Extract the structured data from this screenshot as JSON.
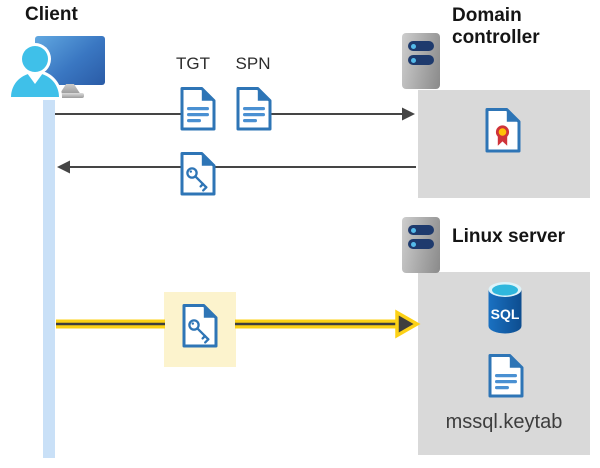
{
  "diagram": {
    "client": {
      "label": "Client"
    },
    "tickets": {
      "tgt_label": "TGT",
      "spn_label": "SPN"
    },
    "domain_controller": {
      "title": "Domain controller"
    },
    "linux_server": {
      "title": "Linux server",
      "sql_badge": "SQL",
      "keytab_filename": "mssql.keytab"
    },
    "flows": [
      {
        "name": "ticket-request",
        "from": "client",
        "to": "domain-controller",
        "direction": "right",
        "items": [
          "TGT",
          "SPN"
        ],
        "color": "#454545"
      },
      {
        "name": "ticket-response",
        "from": "domain-controller",
        "to": "client",
        "direction": "left",
        "items": [
          "service-ticket-key"
        ],
        "color": "#454545"
      },
      {
        "name": "sql-authentication",
        "from": "client",
        "to": "linux-server",
        "direction": "right",
        "items": [
          "service-ticket-key"
        ],
        "color": "#fcd116"
      }
    ],
    "icons": [
      "client-workstation-icon",
      "server-icon",
      "tgt-ticket-icon",
      "spn-ticket-icon",
      "service-ticket-key-icon",
      "certificate-icon",
      "sql-database-icon",
      "keytab-file-icon"
    ],
    "colors": {
      "doc_blue": "#2e75b6",
      "doc_line_blue": "#4a90d2",
      "arrow_gray": "#454545",
      "accent_yellow": "#fcd116",
      "highlight_yellow": "#fcf3cd",
      "box_gray": "#d9d9d9",
      "lifeline_blue": "#c9e0f7",
      "person_cyan": "#3fc0e9",
      "monitor_blue": "#3a77c2",
      "server_pill_navy": "#1e3a6d",
      "sql_body_blue": "#1261ab",
      "sql_top_cyan": "#2fb7dd",
      "cert_red": "#cf3339",
      "cert_gold": "#ffc107"
    }
  }
}
